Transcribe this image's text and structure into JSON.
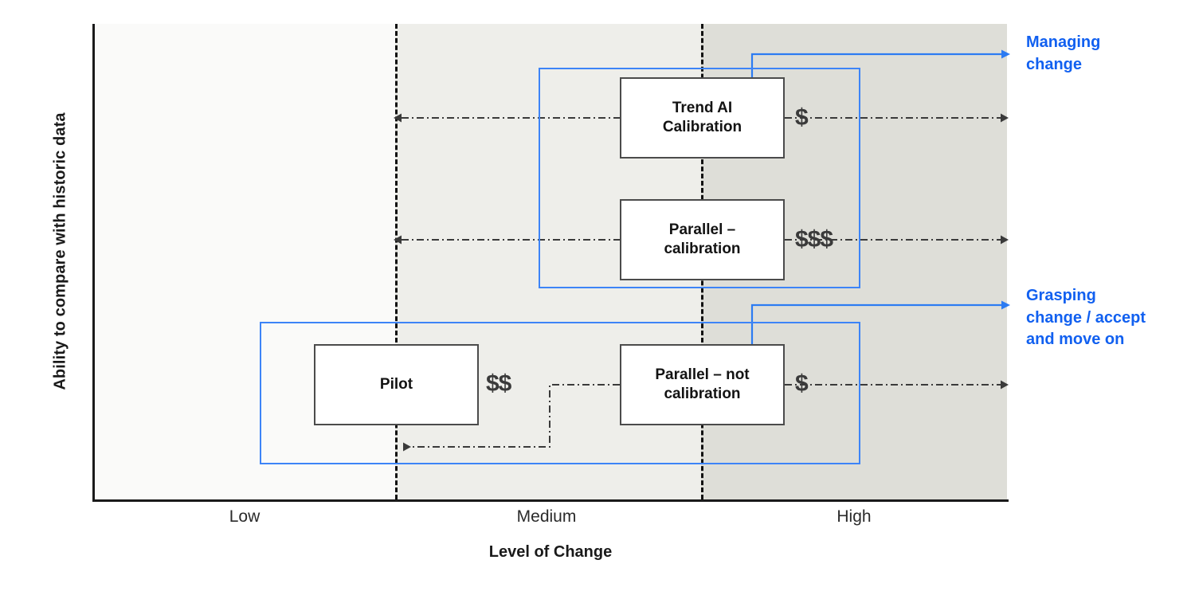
{
  "chart_data": {
    "type": "diagram",
    "title": "",
    "xlabel": "Level of Change",
    "ylabel": "Ability to compare with historic data",
    "x_ticks": [
      "Low",
      "Medium",
      "High"
    ],
    "grid": false,
    "legend_position": "right",
    "bands": [
      {
        "label": "Low",
        "color": "#fafaf9"
      },
      {
        "label": "Medium",
        "color": "#eeeeea"
      },
      {
        "label": "High",
        "color": "#dedeD8"
      }
    ],
    "items": [
      {
        "name": "Trend AI Calibration",
        "cost": "$",
        "level_of_change": "Medium-High",
        "ability_to_compare": "High",
        "group": "Managing change"
      },
      {
        "name": "Parallel – calibration",
        "cost": "$$$",
        "level_of_change": "Medium-High",
        "ability_to_compare": "High",
        "group": "Managing change"
      },
      {
        "name": "Pilot",
        "cost": "$$",
        "level_of_change": "Low-Medium",
        "ability_to_compare": "Medium",
        "group": "Grasping change / accept and move on"
      },
      {
        "name": "Parallel – not calibration",
        "cost": "$",
        "level_of_change": "Medium-High",
        "ability_to_compare": "Medium",
        "group": "Grasping change / accept and move on"
      }
    ],
    "groups": [
      {
        "label": "Managing change",
        "color": "#1160f0"
      },
      {
        "label": "Grasping change / accept and move on",
        "color": "#1160f0"
      }
    ]
  },
  "axes": {
    "y_label": "Ability to compare with historic data",
    "x_label": "Level of Change",
    "ticks": {
      "low": "Low",
      "medium": "Medium",
      "high": "High"
    }
  },
  "boxes": {
    "trend_ai": "Trend AI\nCalibration",
    "trend_ai_line1": "Trend AI",
    "trend_ai_line2": "Calibration",
    "parallel_cal_line1": "Parallel –",
    "parallel_cal_line2": "calibration",
    "pilot": "Pilot",
    "parallel_not_cal_line1": "Parallel – not",
    "parallel_not_cal_line2": "calibration"
  },
  "costs": {
    "trend_ai": "$",
    "parallel_calibration": "$$$",
    "pilot": "$$",
    "parallel_not_calibration": "$"
  },
  "annotations": {
    "managing_change_line1": "Managing",
    "managing_change_line2": "change",
    "grasping_line1": "Grasping",
    "grasping_line2": "change / accept",
    "grasping_line3": "and move on"
  },
  "colors": {
    "accent_blue": "#1160f0",
    "frame_blue": "#3d84f7",
    "box_border": "#4b4b4b",
    "axis": "#1a1a1a",
    "band_low": "#fafaf9",
    "band_medium": "#eeeeea",
    "band_high": "#dedeD8"
  }
}
